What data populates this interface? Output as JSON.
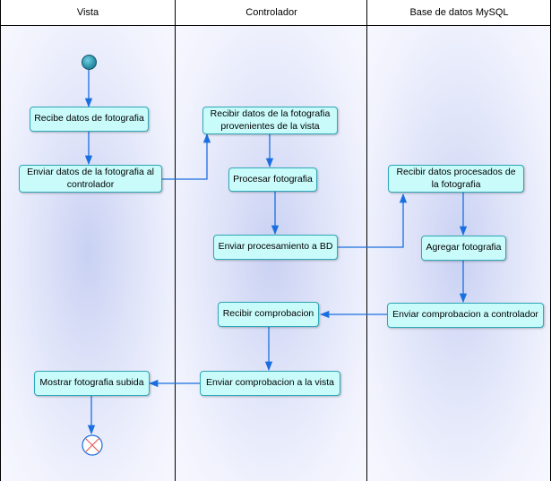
{
  "lanes": {
    "vista": "Vista",
    "controlador": "Controlador",
    "bd": "Base de datos MySQL"
  },
  "nodes": {
    "recibe_datos": "Recibe datos de fotografia",
    "enviar_datos": "Enviar datos de la fotografia al controlador",
    "recibir_datos_vista": "Recibir datos de la fotografia provenientes de la vista",
    "procesar": "Procesar fotografia",
    "enviar_procesamiento": "Enviar procesamiento a BD",
    "recibir_procesados": "Recibir datos procesados de la fotografia",
    "agregar": "Agregar fotografia",
    "enviar_comprobacion_ctrl": "Enviar comprobacion a controlador",
    "recibir_comprobacion": "Recibir comprobacion",
    "enviar_comprobacion_vista": "Enviar comprobacion a la vista",
    "mostrar": "Mostrar fotografia subida"
  },
  "colors": {
    "node_fill": "#c9fbfb",
    "node_border": "#30a8b8",
    "edge": "#1a6fe0",
    "lane_bg": "#dde2f8"
  }
}
